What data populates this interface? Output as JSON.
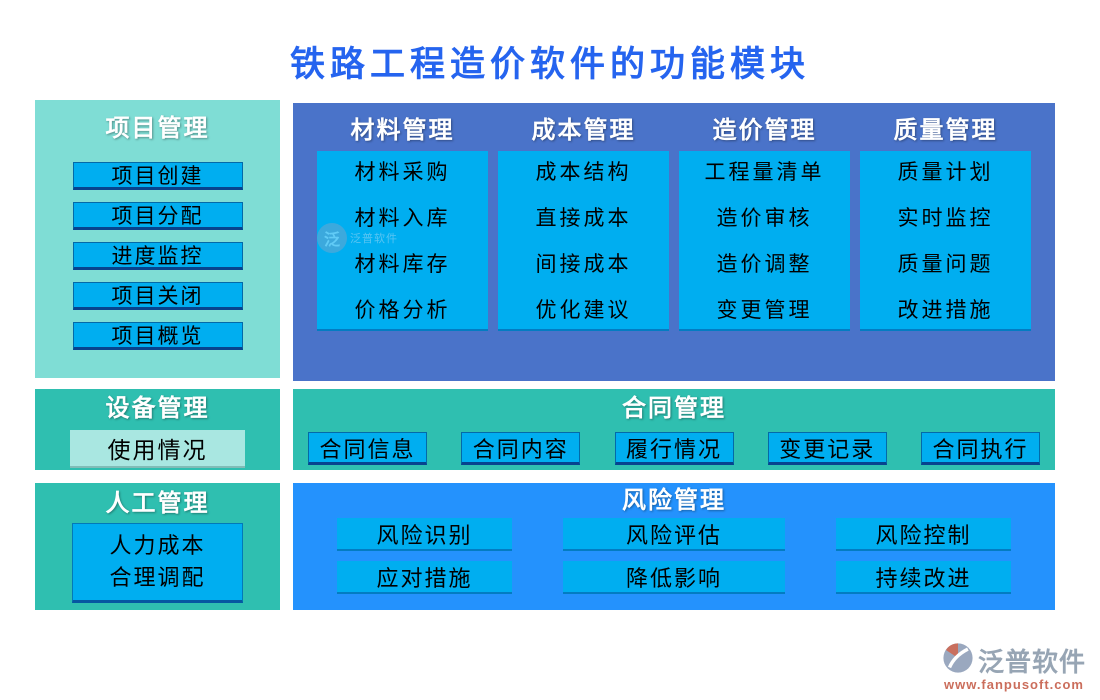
{
  "title": "铁路工程造价软件的功能模块",
  "colors": {
    "title_blue": "#2564ef",
    "light_aqua": "#7fddd5",
    "indigo": "#4a73c9",
    "teal": "#2fbfb0",
    "bright_blue": "#2492fd",
    "chip_cyan": "#00aef0",
    "chip_light_aqua": "#a9e7e1"
  },
  "project": {
    "header": "项目管理",
    "items": [
      "项目创建",
      "项目分配",
      "进度监控",
      "项目关闭",
      "项目概览"
    ]
  },
  "top_modules": [
    {
      "header": "材料管理",
      "items": [
        "材料采购",
        "材料入库",
        "材料库存",
        "价格分析"
      ]
    },
    {
      "header": "成本管理",
      "items": [
        "成本结构",
        "直接成本",
        "间接成本",
        "优化建议"
      ]
    },
    {
      "header": "造价管理",
      "items": [
        "工程量清单",
        "造价审核",
        "造价调整",
        "变更管理"
      ]
    },
    {
      "header": "质量管理",
      "items": [
        "质量计划",
        "实时监控",
        "质量问题",
        "改进措施"
      ]
    }
  ],
  "equipment": {
    "header": "设备管理",
    "item": "使用情况"
  },
  "contract": {
    "header": "合同管理",
    "items": [
      "合同信息",
      "合同内容",
      "履行情况",
      "变更记录",
      "合同执行"
    ]
  },
  "labor": {
    "header": "人工管理",
    "items": [
      "人力成本",
      "合理调配"
    ]
  },
  "risk": {
    "header": "风险管理",
    "rows": [
      [
        "风险识别",
        "风险评估",
        "风险控制"
      ],
      [
        "应对措施",
        "降低影响",
        "持续改进"
      ]
    ]
  },
  "watermark": {
    "glyph": "泛",
    "caption": "泛普软件"
  },
  "footer": {
    "brand": "泛普软件",
    "url": "www.fanpusoft.com"
  }
}
